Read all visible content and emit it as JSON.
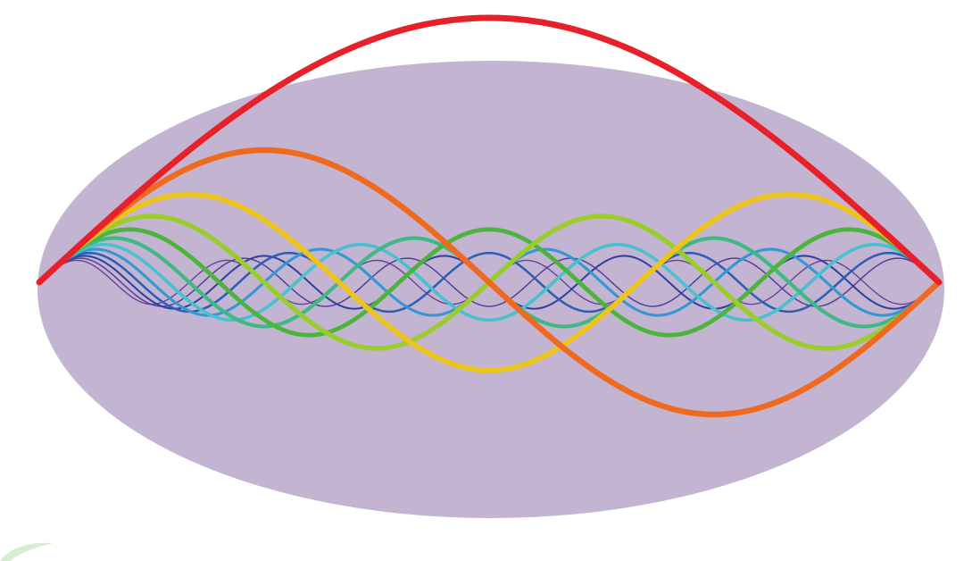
{
  "figure": {
    "background_color": "#ffffff",
    "ellipse_color": "#c3b5d1",
    "corner_accent_color": "#d8ecd0"
  },
  "harmonics": [
    {
      "mode": 1,
      "amplitude": 1.0,
      "color": "#e8202a"
    },
    {
      "mode": 2,
      "amplitude": 0.5,
      "color": "#ef6a1f"
    },
    {
      "mode": 3,
      "amplitude": 0.333,
      "color": "#ecc41b"
    },
    {
      "mode": 4,
      "amplitude": 0.25,
      "color": "#9acc2e"
    },
    {
      "mode": 5,
      "amplitude": 0.2,
      "color": "#4cb33c"
    },
    {
      "mode": 6,
      "amplitude": 0.167,
      "color": "#40b884"
    },
    {
      "mode": 7,
      "amplitude": 0.143,
      "color": "#48c0cf"
    },
    {
      "mode": 8,
      "amplitude": 0.125,
      "color": "#3597d2"
    },
    {
      "mode": 9,
      "amplitude": 0.111,
      "color": "#2c5fb4"
    },
    {
      "mode": 10,
      "amplitude": 0.1,
      "color": "#2d3f9e"
    },
    {
      "mode": 11,
      "amplitude": 0.091,
      "color": "#4f3c9a"
    },
    {
      "mode": 12,
      "amplitude": 0.083,
      "color": "#6b3f9c"
    }
  ]
}
